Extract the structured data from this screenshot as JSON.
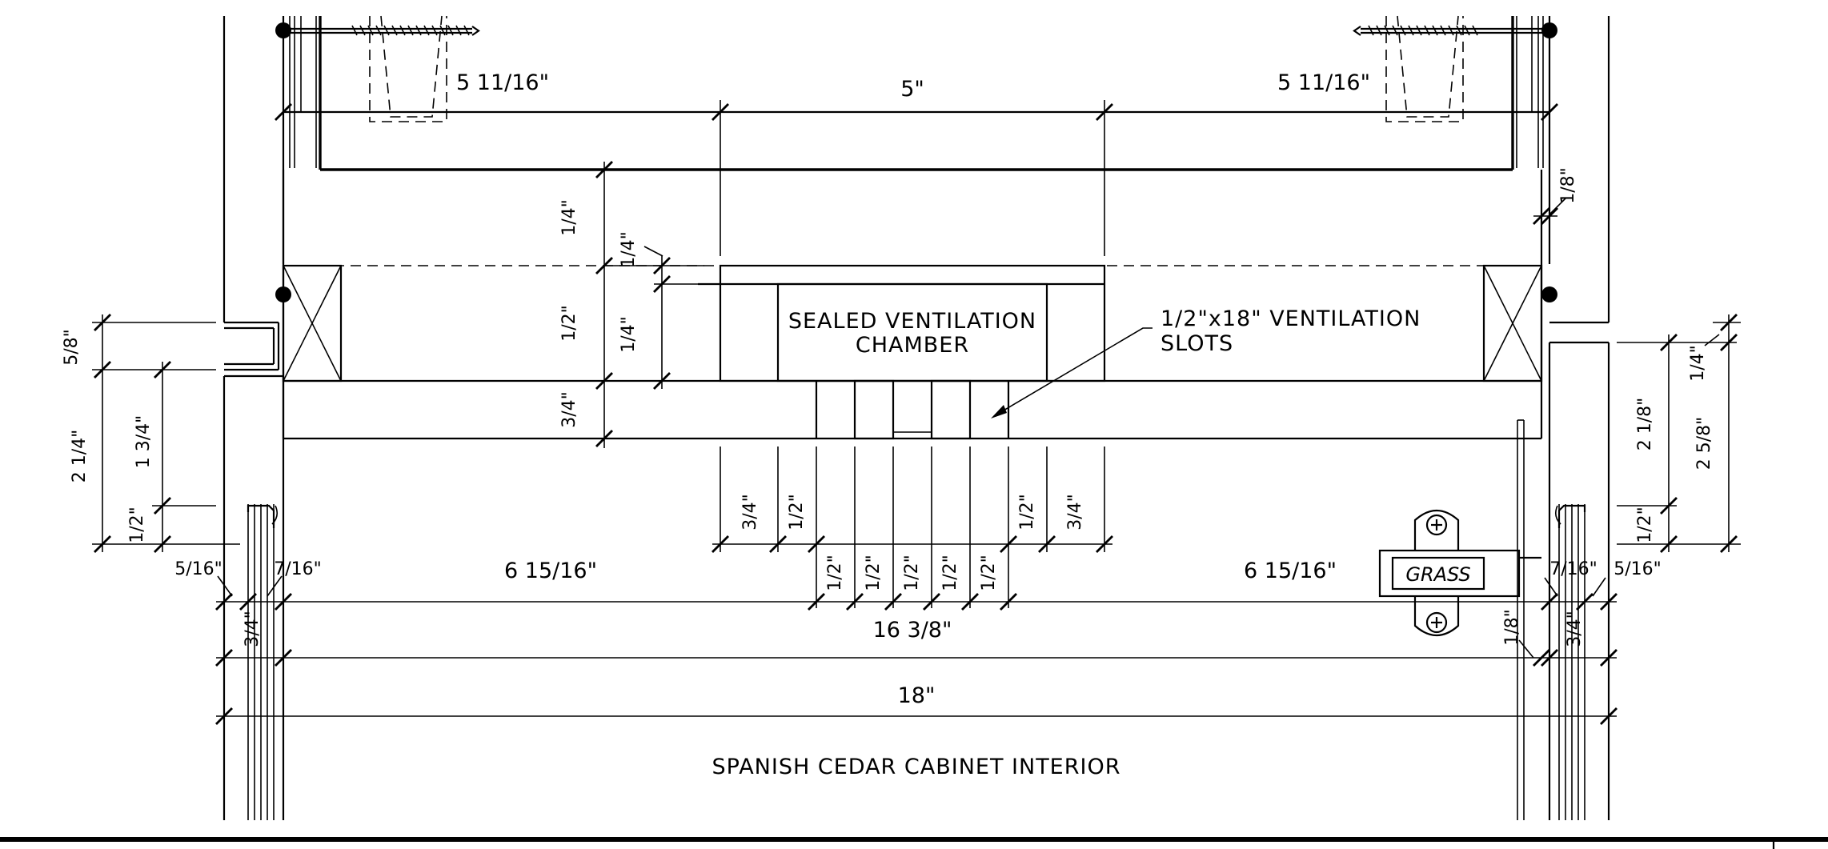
{
  "labels": {
    "chamber_line1": "SEALED VENTILATION",
    "chamber_line2": "CHAMBER",
    "slots_line1": "1/2\"x18\" VENTILATION",
    "slots_line2": "SLOTS",
    "hinge": "GRASS",
    "interior": "SPANISH CEDAR CABINET INTERIOR"
  },
  "dimensions": {
    "top_left_gap": "5 11/16\"",
    "top_center": "5\"",
    "top_right_gap": "5 11/16\"",
    "right_top_eighth": "1/8\"",
    "upper_quarter": "1/4\"",
    "small_quarter": "1/4\"",
    "half_height": "1/2\"",
    "inner_quarter": "1/4\"",
    "three_quarter": "3/4\"",
    "left_five_eighths": "5/8\"",
    "left_two_quarter": "2 1/4\"",
    "left_one_three_quarter": "1 3/4\"",
    "left_half": "1/2\"",
    "right_quarter": "1/4\"",
    "right_two_eighth": "2 1/8\"",
    "right_two_five_eighths": "2 5/8\"",
    "right_half": "1/2\"",
    "slot_left_three_quarter": "3/4\"",
    "slot_left_half": "1/2\"",
    "slot_right_half": "1/2\"",
    "slot_right_three_quarter": "3/4\"",
    "slot_spacings": [
      "1/2\"",
      "1/2\"",
      "1/2\"",
      "1/2\"",
      "1/2\""
    ],
    "left_panel_width": "6 15/16\"",
    "right_panel_width": "6 15/16\"",
    "left_five_sixteenths": "5/16\"",
    "left_seven_sixteenths": "7/16\"",
    "right_seven_sixteenths": "7/16\"",
    "right_five_sixteenths": "5/16\"",
    "left_door": "3/4\"",
    "right_door": "3/4\"",
    "right_eighth": "1/8\"",
    "inner_width": "16 3/8\"",
    "overall_width": "18\""
  }
}
